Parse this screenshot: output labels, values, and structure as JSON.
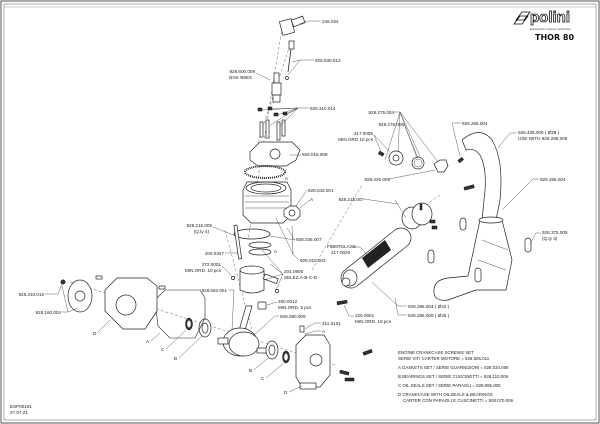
{
  "header": {
    "brand": "polini",
    "tagline": "Engineered for maximum performance",
    "model": "THOR 80",
    "brand_color": "#111111"
  },
  "labels": {
    "cap": "246.024",
    "cable": "928.830.012",
    "spark_plug": [
      "928.600.009",
      "NGK B9ES"
    ],
    "head_nuts": "928.310.014",
    "head": "928.015.008",
    "exhaust_springs": "928.275.004",
    "exhaust_gasket": "928.275.006",
    "screw_317": [
      "317.0005",
      "MIN.ORD.10 pcs"
    ],
    "spring_265": "928.265.004",
    "manifold": [
      "928.425.006 ( Ø28 )",
      "USE WITH 928.285.008"
    ],
    "flange": "928.426.005",
    "spring_265b": "928.265.004",
    "gasket_043": "928.043.001",
    "gasket_043_ref": "A",
    "clamp": "928.215.007",
    "studs": [
      "928.215.005",
      "(Q.ty 4)"
    ],
    "pin": "206.0327",
    "base_gasket": "928.035.007",
    "fiberglass": [
      "FIBERGLASS",
      "217.0020"
    ],
    "cylinder_kit": "928.010.003",
    "clip": [
      "272.0001",
      "MIN.ORD. 10 pcs"
    ],
    "piston": [
      "204.0900",
      "SELEZ.A-B-C-D"
    ],
    "rubber_mounts": [
      "928.375.005",
      "(Q.ty 4)"
    ],
    "key": "928.583.001",
    "rotor_nut": "928.310.015",
    "rotor": "928.160.004",
    "needle_bearing": [
      "280.0012",
      "MIN.ORD. 5 pcs"
    ],
    "crankshaft": "928.080.009",
    "spring_226": [
      "226.0001",
      "MIN.ORD. 10 pcs"
    ],
    "exhaust_22": "928.285.004 ( Ø22 )",
    "exhaust_25": "928.285.008 ( Ø25 )",
    "plug_311": "311.0101",
    "plug_311_ref": "A",
    "ref_d_left": "D",
    "ref_a_left": "A",
    "ref_c_left": "C",
    "ref_b_left": "B",
    "ref_b_right": "B",
    "ref_c_right": "C",
    "ref_d_right": "D",
    "ref_a_head": "A",
    "ref_a_base": "A"
  },
  "notes": {
    "screws": [
      "ENGINE CRANKCASE SCREWS SET",
      "SERIE VITI CARTER MOTORE = 928.505.011"
    ],
    "a": "A  GASKETS SET / SERIE GUARNIZIONI = 928.034.006",
    "b": "B  BEARINGS SET / SERIE CUSCINETTI = 928.110.006",
    "c": "C  OIL SEALS SET / SERIE PARAOLI = 928.065.005",
    "d": [
      "D  CRANKCASE WITH OILSEALS & BEARINGS",
      "CARTER CON PARAOLI E CUSCINETTI = 928.070.006"
    ]
  },
  "footer": {
    "code": "ESP00181",
    "date": "27.07.21"
  }
}
